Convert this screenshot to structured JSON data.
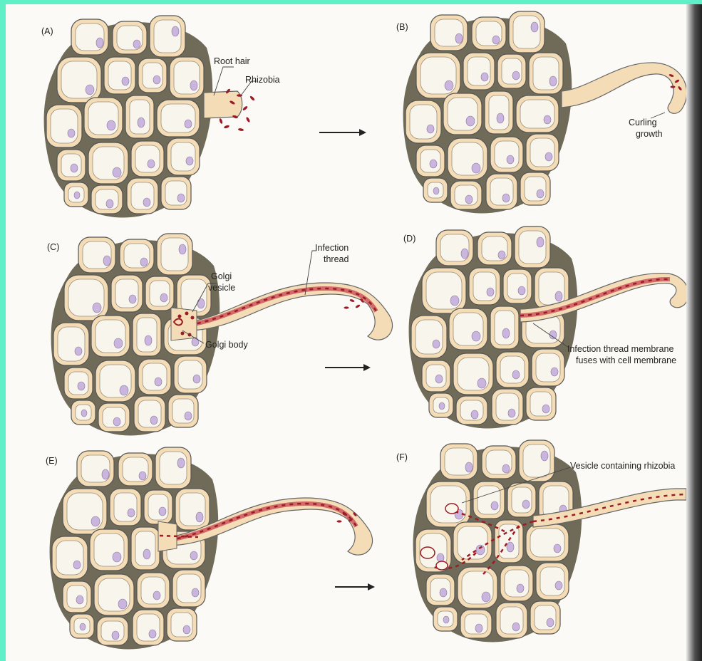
{
  "panels": [
    {
      "id": "A",
      "label": "(A)"
    },
    {
      "id": "B",
      "label": "(B)"
    },
    {
      "id": "C",
      "label": "(C)"
    },
    {
      "id": "D",
      "label": "(D)"
    },
    {
      "id": "E",
      "label": "(E)"
    },
    {
      "id": "F",
      "label": "(F)"
    }
  ],
  "annotations": {
    "root_hair": "Root hair",
    "rhizobia": "Rhizobia",
    "curling_1": "Curling",
    "curling_2": "growth",
    "infection_1": "Infection",
    "infection_2": "thread",
    "golgi_vesicle_1": "Golgi",
    "golgi_vesicle_2": "vesicle",
    "golgi_body": "Golgi body",
    "fuse_1": "Infection thread membrane",
    "fuse_2": "fuses with cell membrane",
    "vesicle_rhizobia": "Vesicle containing rhizobia"
  },
  "colors": {
    "cell_wall": "#f3dcb6",
    "cell_interior": "#f8f5ec",
    "nucleus": "#c9b5dd",
    "rhizobia": "#9b1b26",
    "thread": "#c74a4a",
    "intercellular": "#6f6b58"
  }
}
